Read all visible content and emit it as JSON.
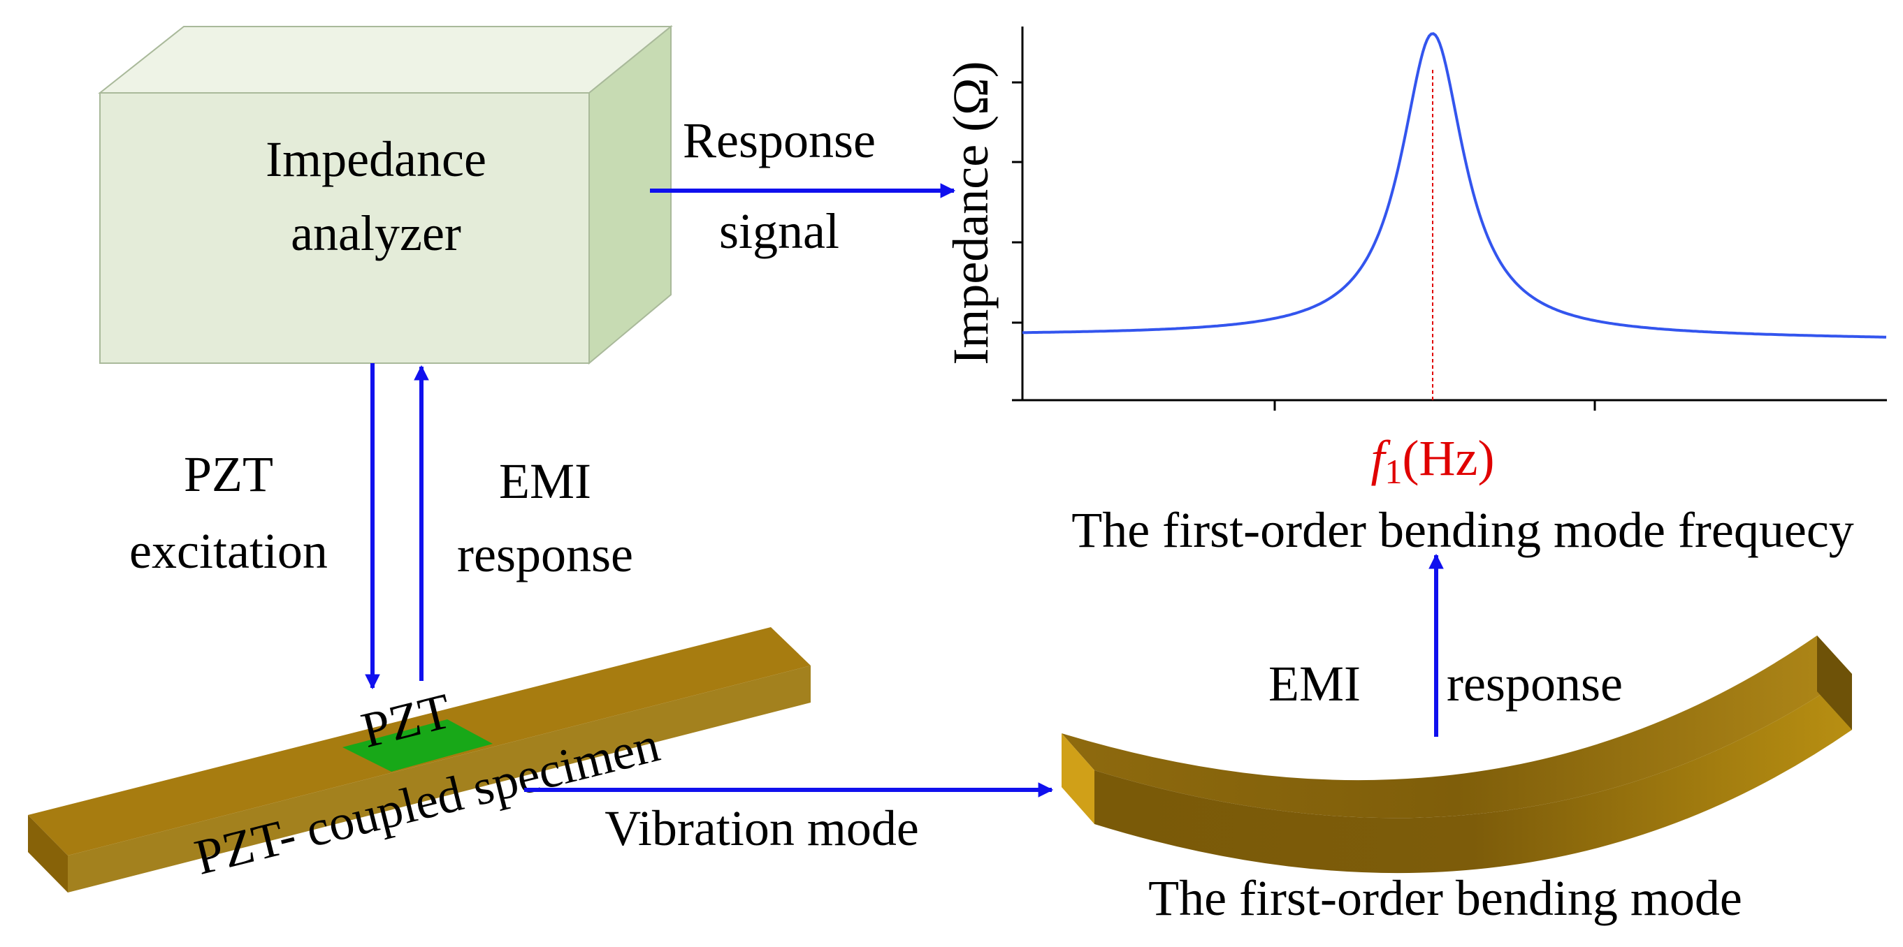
{
  "analyzer": {
    "line1": "Impedance",
    "line2": "analyzer"
  },
  "response_signal": {
    "line1": "Response",
    "line2": "signal"
  },
  "pzt_excitation": {
    "line1": "PZT",
    "line2": "excitation"
  },
  "emi_response_left": {
    "line1": "EMI",
    "line2": "response"
  },
  "specimen": {
    "pzt_label": "PZT",
    "specimen_label": "PZT- coupled specimen"
  },
  "vibration_mode": "Vibration mode",
  "bending_mode_label": "The first-order bending mode",
  "emi_response_right": {
    "word1": "EMI",
    "word2": "response"
  },
  "chart_title_below": "The first-order bending mode frequecy",
  "chart_data": {
    "type": "line",
    "ylabel": "Impedance (Ω)",
    "xlabel_symbol": "f",
    "xlabel_sub": "1",
    "xlabel_unit": "(Hz)",
    "xlabel_color": "#e00000",
    "series_color": "#3355ee",
    "marker_color": "#e00000"
  },
  "colors": {
    "arrow": "#1010ee",
    "analyzer_front": "#e4ecd9",
    "analyzer_top": "#eef3e6",
    "analyzer_side": "#c7dbb3",
    "beam_top": "#a77c10",
    "beam_side": "#9a7416",
    "pzt_patch": "#18a818"
  }
}
